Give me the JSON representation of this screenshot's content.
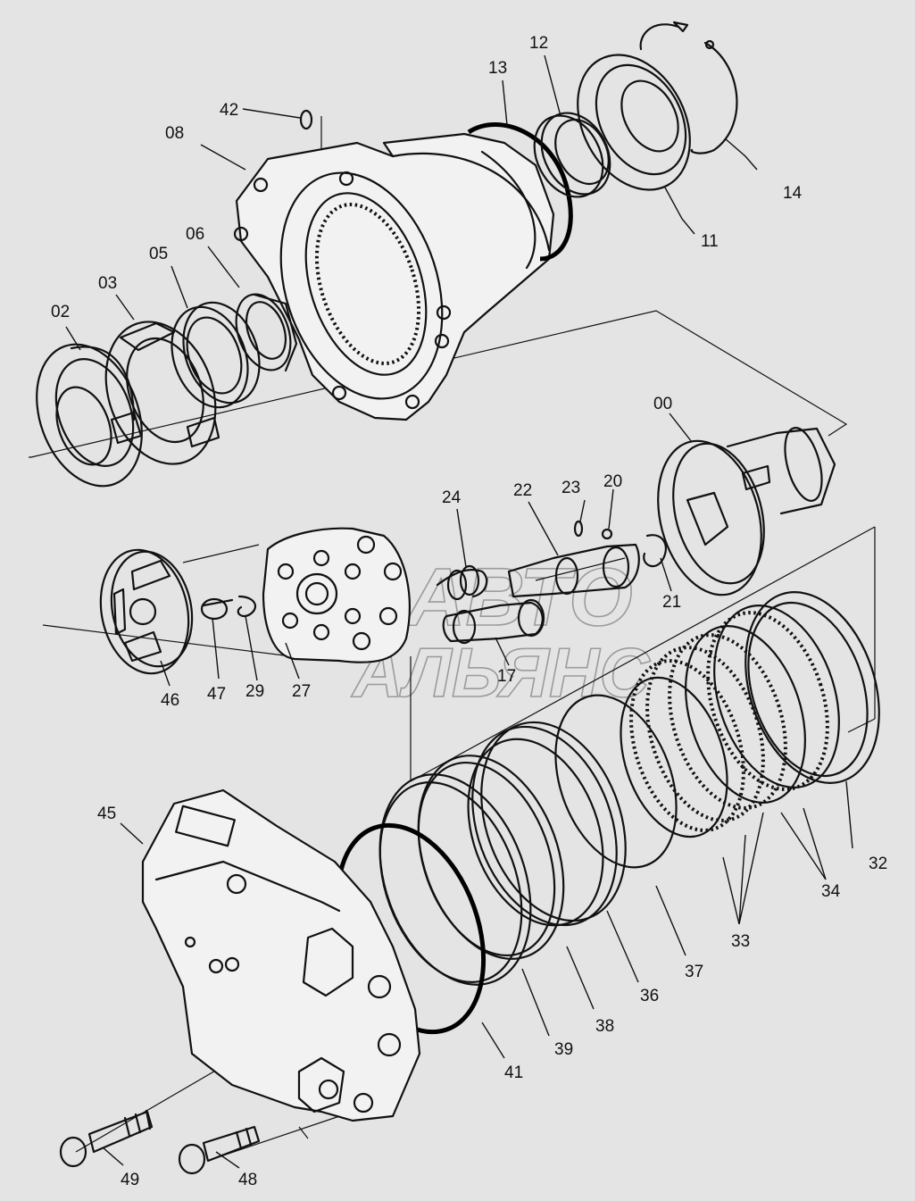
{
  "watermark": {
    "line1": "АВТО",
    "line2": "АЛЬЯНС"
  },
  "callouts": {
    "c42": "42",
    "c08": "08",
    "c13": "13",
    "c12": "12",
    "c14": "14",
    "c11": "11",
    "c06": "06",
    "c05": "05",
    "c03": "03",
    "c02": "02",
    "c00": "00",
    "c24": "24",
    "c22": "22",
    "c23": "23",
    "c20": "20",
    "c21": "21",
    "c17": "17",
    "c46": "46",
    "c47": "47",
    "c29": "29",
    "c27": "27",
    "c45": "45",
    "c32": "32",
    "c34": "34",
    "c33": "33",
    "c37": "37",
    "c36": "36",
    "c38": "38",
    "c39": "39",
    "c41": "41",
    "c49": "49",
    "c48": "48"
  }
}
